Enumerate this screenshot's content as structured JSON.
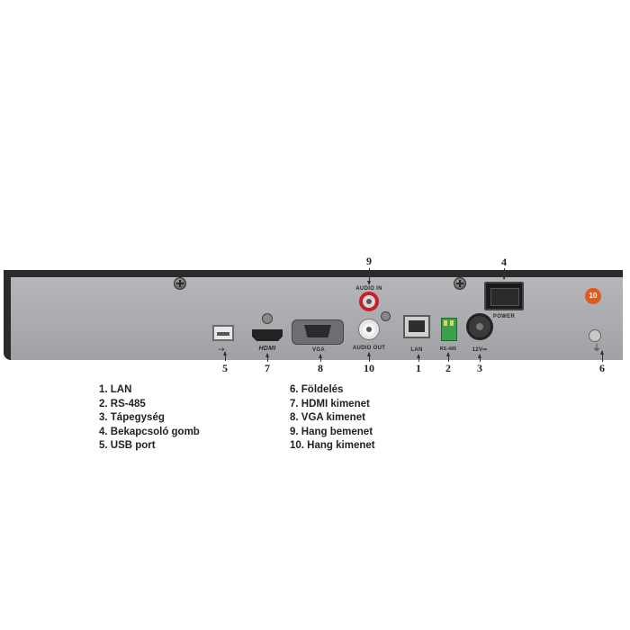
{
  "callouts": {
    "n1": "1",
    "n2": "2",
    "n3": "3",
    "n4": "4",
    "n5": "5",
    "n6": "6",
    "n7": "7",
    "n8": "8",
    "n9": "9",
    "n10": "10"
  },
  "port_labels": {
    "audio_in": "AUDIO IN",
    "audio_out": "AUDIO OUT",
    "vga": "VGA",
    "hdmi": "HDMI",
    "lan": "LAN",
    "rs485": "RS-485",
    "power_in": "12V⎓",
    "power_switch": "POWER",
    "warning_badge": "10"
  },
  "legend_left": [
    "1. LAN",
    "2. RS-485",
    "3. Tápegység",
    "4. Bekapcsoló gomb",
    "5. USB port"
  ],
  "legend_right": [
    "6. Földelés",
    "7. HDMI kimenet",
    "8. VGA kimenet",
    "9. Hang bemenet",
    "10. Hang kimenet"
  ],
  "colors": {
    "chassis": "#2b2b2d",
    "panel": "#aaabae",
    "audio_in_ring": "#c8202a",
    "terminal_block": "#3aa04a",
    "badge": "#e05a1e"
  }
}
